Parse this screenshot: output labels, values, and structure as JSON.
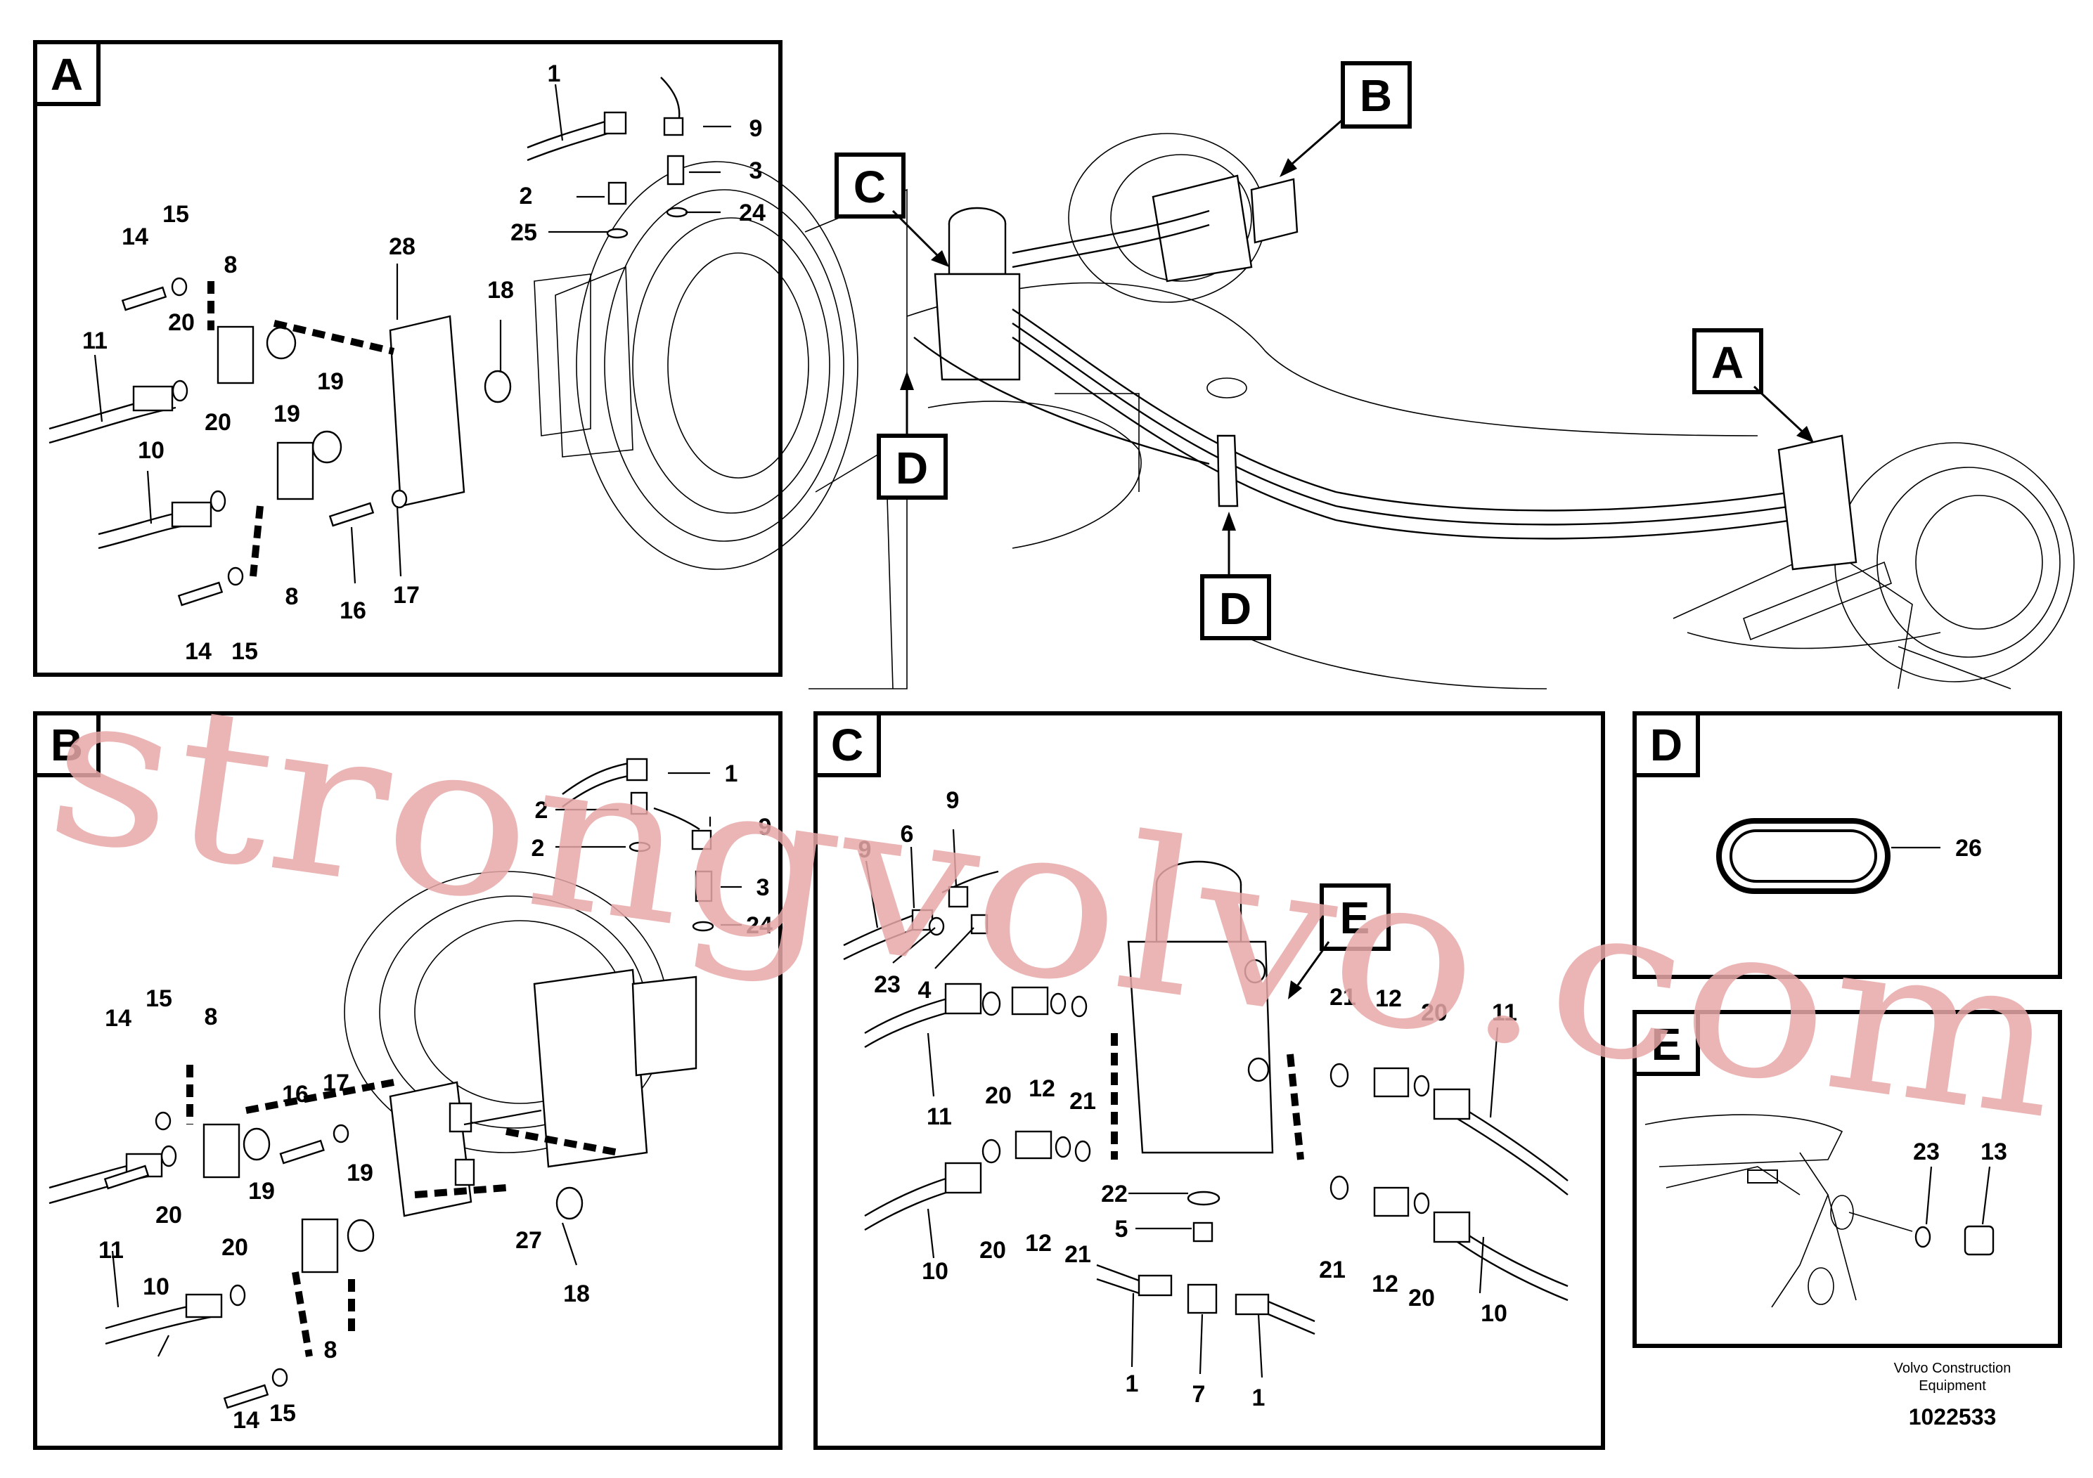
{
  "panels": {
    "A": {
      "letter": "A",
      "labels": [
        "1",
        "9",
        "2",
        "3",
        "25",
        "24",
        "14",
        "15",
        "8",
        "28",
        "18",
        "11",
        "20",
        "19",
        "19",
        "10",
        "20",
        "8",
        "16",
        "17",
        "14",
        "15"
      ]
    },
    "B": {
      "letter": "B",
      "labels": [
        "1",
        "2",
        "9",
        "2",
        "3",
        "24",
        "14",
        "15",
        "8",
        "16",
        "17",
        "11",
        "20",
        "19",
        "19",
        "10",
        "20",
        "8",
        "14",
        "15",
        "27",
        "18"
      ]
    },
    "C": {
      "letter": "C",
      "labels": [
        "9",
        "6",
        "9",
        "23",
        "4",
        "11",
        "20",
        "12",
        "21",
        "10",
        "20",
        "12",
        "21",
        "22",
        "5",
        "1",
        "7",
        "1",
        "21",
        "12",
        "20",
        "11",
        "21",
        "12",
        "20",
        "10"
      ]
    },
    "D": {
      "letter": "D",
      "labels": [
        "26"
      ]
    },
    "E": {
      "letter": "E",
      "labels": [
        "23",
        "13"
      ]
    }
  },
  "overview": {
    "callouts": [
      "B",
      "C",
      "A",
      "D",
      "D",
      "E"
    ]
  },
  "watermark": "strongvolvo.com",
  "footer": {
    "vendor_line1": "Volvo Construction",
    "vendor_line2": "Equipment",
    "drawing_number": "1022533"
  }
}
